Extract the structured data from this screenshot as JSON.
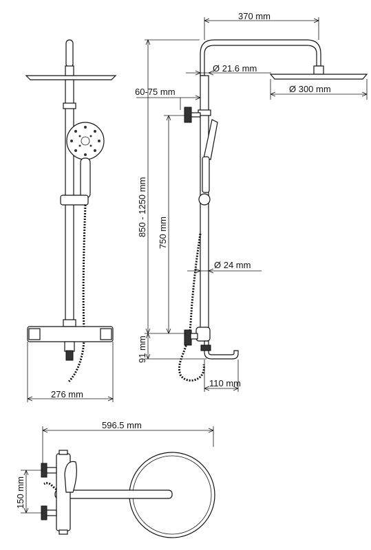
{
  "dimensions": {
    "rain_arm_length": "370 mm",
    "pipe_diameter_top": "Ø 21.6 mm",
    "rain_head_diameter": "Ø 300 mm",
    "connection_spacing": "60-75 mm",
    "total_height": "850 - 1250 mm",
    "bar_height": "750 mm",
    "pipe_diameter_bottom": "Ø 24 mm",
    "mixer_height": "91 mm",
    "spout_length": "110 mm",
    "mixer_width": "276 mm",
    "overall_depth": "596.5 mm",
    "wall_spacing": "150 mm"
  },
  "colors": {
    "line": "#111111",
    "fill": "#ffffff",
    "dark": "#333333"
  }
}
